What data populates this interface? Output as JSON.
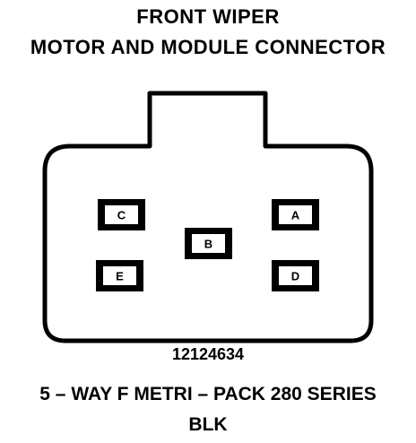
{
  "title": {
    "line1": "FRONT WIPER",
    "line2": "MOTOR AND MODULE CONNECTOR"
  },
  "connector": {
    "terminals": [
      {
        "id": "term-c",
        "label": "C"
      },
      {
        "id": "term-a",
        "label": "A"
      },
      {
        "id": "term-b",
        "label": "B"
      },
      {
        "id": "term-e",
        "label": "E"
      },
      {
        "id": "term-d",
        "label": "D"
      }
    ]
  },
  "captions": {
    "part_number": "12124634",
    "series": "5 – WAY F METRI – PACK 280 SERIES",
    "color": "BLK"
  },
  "colors": {
    "line": "#000000",
    "background": "#ffffff"
  }
}
